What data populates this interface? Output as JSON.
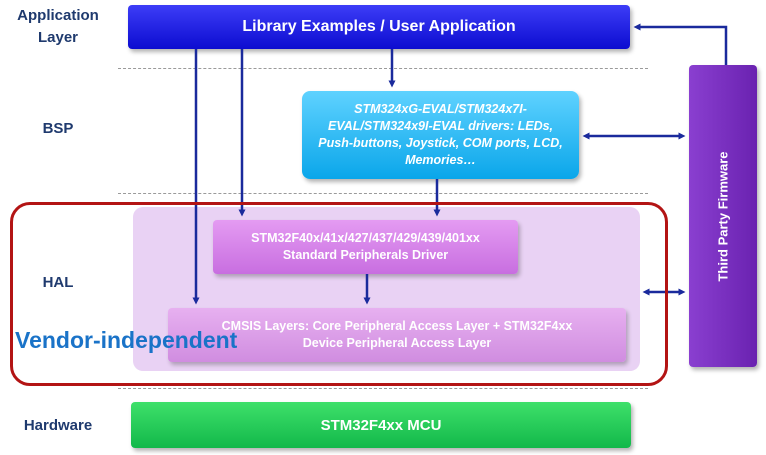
{
  "layers": {
    "application": "Application\nLayer",
    "bsp": "BSP",
    "hal": "HAL",
    "hardware": "Hardware"
  },
  "boxes": {
    "app": "Library Examples / User Application",
    "bsp": "STM324xG-EVAL/STM324x7I-EVAL/STM324x9I-EVAL drivers: LEDs, Push-buttons, Joystick, COM ports, LCD, Memories…",
    "third_party": "Third Party Firmware",
    "peripherals_line1": "STM32F40x/41x/427/437/429/439/401xx",
    "peripherals_line2": "Standard Peripherals Driver",
    "cmsis_line1": "CMSIS Layers: Core Peripheral Access Layer + STM32F4xx",
    "cmsis_line2": "Device Peripheral Access Layer",
    "hardware": "STM32F4xx MCU"
  },
  "annotation": "Vendor-independent",
  "colors": {
    "app": "#1414e6",
    "bsp": "#22b5f5",
    "third_party": "#7a30c0",
    "peripherals": "#d882ea",
    "cmsis": "#dba0ee",
    "hal_bg": "#e9d2f4",
    "hal_frame": "#b31414",
    "hardware": "#20c455",
    "arrow": "#1a2a9c",
    "annotation": "#1a73c8"
  }
}
